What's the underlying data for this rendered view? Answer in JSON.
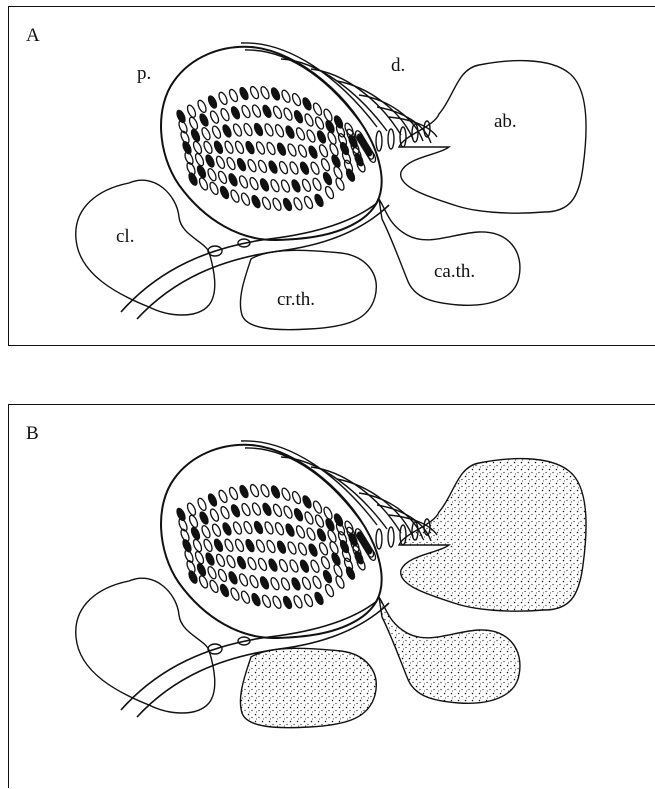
{
  "panels": [
    {
      "letter": "A",
      "stippled": false,
      "labels": {
        "p": "p.",
        "d": "d.",
        "ab": "ab.",
        "cl": "cl.",
        "crth": "cr.th.",
        "cath": "ca.th."
      }
    },
    {
      "letter": "B",
      "stippled": true,
      "stippled_regions": [
        "ab.",
        "ca.th.",
        "cr.th."
      ]
    }
  ],
  "colors": {
    "ink": "#111111",
    "paper": "#ffffff"
  }
}
